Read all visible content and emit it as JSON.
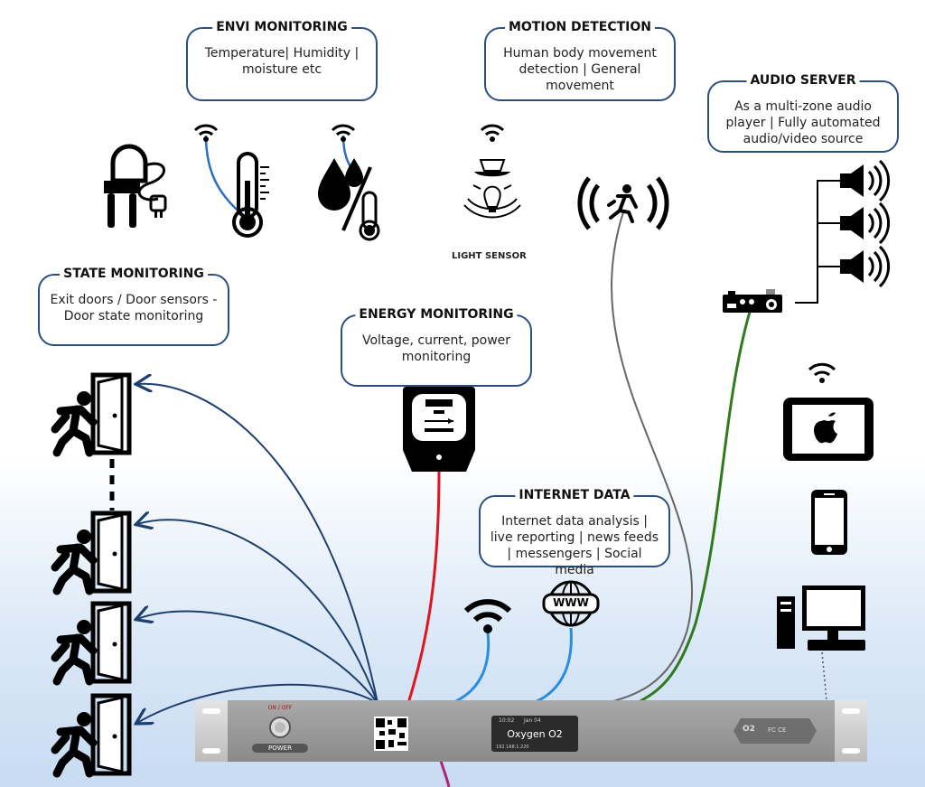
{
  "boxes": {
    "envi": {
      "title": "ENVI MONITORING",
      "text": "Temperature| Humidity | moisture etc"
    },
    "motion": {
      "title": "MOTION DETECTION",
      "text": "Human body movement detection | General movement"
    },
    "audio": {
      "title": "AUDIO SERVER",
      "text": "As a multi-zone audio player | Fully automated audio/video source"
    },
    "state": {
      "title": "STATE MONITORING",
      "text": "Exit doors / Door sensors - Door state monitoring"
    },
    "energy": {
      "title": "ENERGY MONITORING",
      "text": "Voltage, current, power monitoring"
    },
    "internet": {
      "title": "INTERNET DATA",
      "text": "Internet data analysis | live reporting | news feeds | messengers | Social media"
    }
  },
  "sensor_labels": {
    "light": "LIGHT SENSOR",
    "www": "WWW"
  },
  "device": {
    "power_label": "POWER",
    "power_top": "ON / OFF",
    "screen_time": "10:02",
    "screen_date": "Jan 04",
    "screen_title": "Oxygen O2",
    "screen_ip": "192.168.1.220",
    "badge": "O2",
    "cert": "FC CE"
  },
  "colors": {
    "navy": "#1e3f6e",
    "red": "#e0141e",
    "blue": "#2a8ee0",
    "gray": "#666666",
    "green": "#2f7a1e",
    "magenta": "#b0257a"
  }
}
